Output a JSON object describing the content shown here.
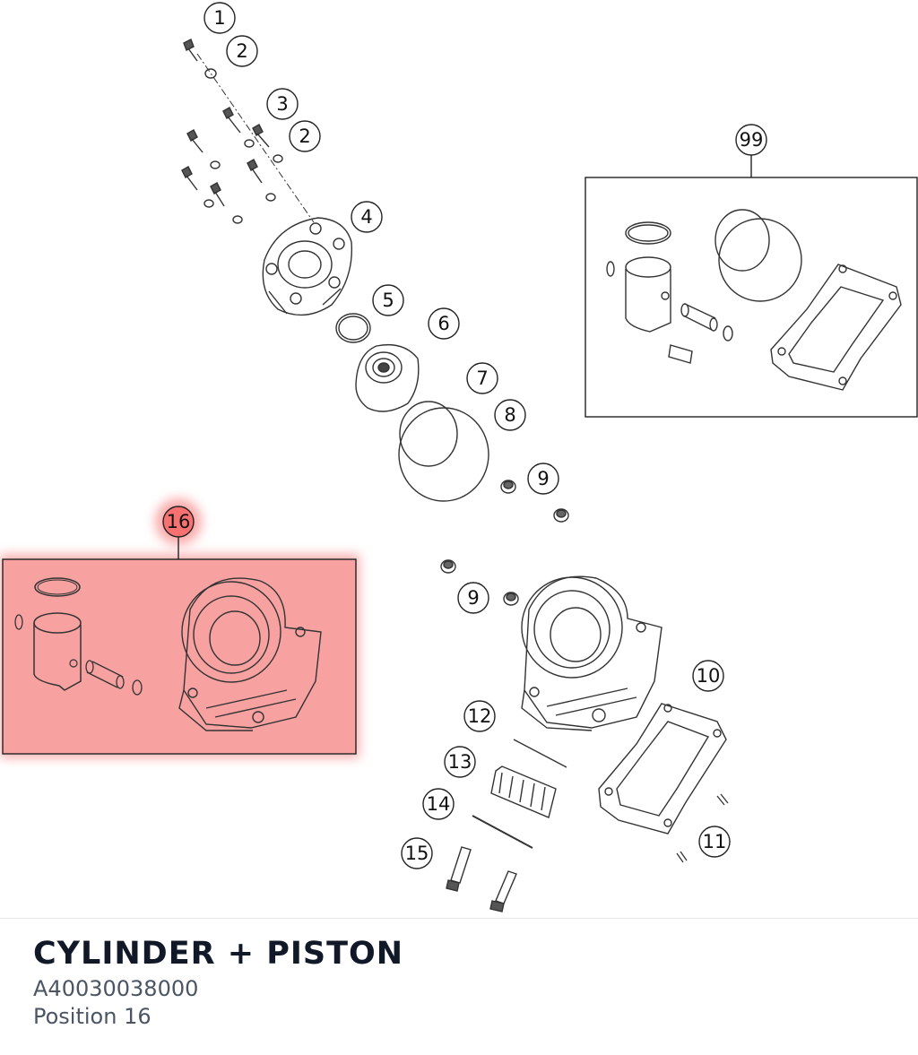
{
  "diagram": {
    "callouts": [
      "1",
      "2",
      "3",
      "2",
      "4",
      "5",
      "6",
      "7",
      "8",
      "9",
      "9",
      "10",
      "11",
      "12",
      "13",
      "14",
      "15",
      "16",
      "99"
    ],
    "highlight_color": "#f87171"
  },
  "info": {
    "title": "CYLINDER + PISTON",
    "part_number": "A40030038000",
    "position": "Position 16"
  }
}
